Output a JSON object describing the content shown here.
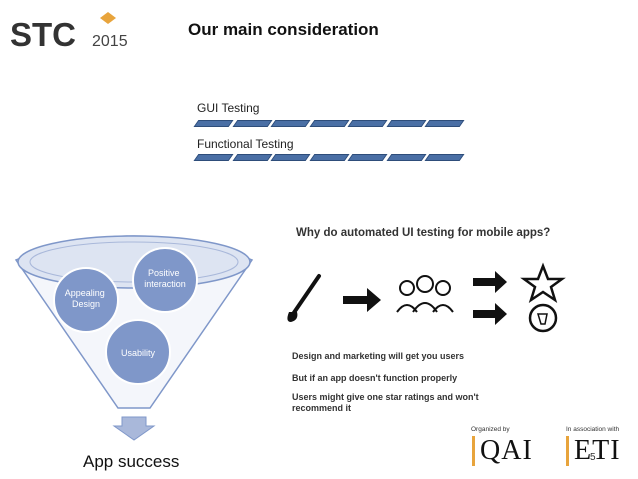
{
  "slide": {
    "title": "Our main consideration",
    "logo_text": "STC",
    "logo_year": "2015",
    "page_number": "5"
  },
  "bars": {
    "gui_testing": "GUI Testing",
    "functional_testing": "Functional Testing"
  },
  "funnel": {
    "circles": [
      "Appealing Design",
      "Positive interaction",
      "Usability"
    ],
    "result": "App success"
  },
  "panel": {
    "title": "Why do automated UI testing for mobile apps?",
    "statements": [
      "Design and marketing will get you users",
      "But if an app doesn't function properly",
      "Users might give one star ratings and won't",
      "recommend it"
    ]
  },
  "footer": {
    "organized_by": "Organized by",
    "org_name": "QAI",
    "in_association": "In association with",
    "assoc_name": "ETI"
  },
  "colors": {
    "accent_orange": "#e8a43c",
    "funnel_blue": "#7f97c9",
    "bar_blue": "#4a6fa5"
  }
}
